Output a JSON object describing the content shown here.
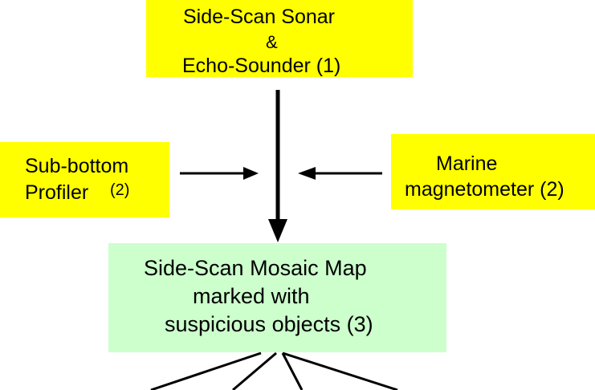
{
  "nodes": {
    "side_scan": {
      "line1": "Side-Scan Sonar",
      "line2": "&",
      "line3": "Echo-Sounder (1)",
      "fill": "#ffff00"
    },
    "sub_bottom": {
      "line1": "Sub-bottom",
      "line2": "Profiler",
      "note": "(2)",
      "fill": "#ffff00"
    },
    "magnetometer": {
      "line1": "Marine",
      "line2": "magnetometer (2)",
      "fill": "#ffff00"
    },
    "mosaic": {
      "line1": "Side-Scan Mosaic Map",
      "line2": "marked with",
      "line3": "suspicious objects (3)",
      "fill": "#ccffcc"
    }
  },
  "edges": [
    {
      "from": "side_scan",
      "to": "mosaic",
      "style": "thick-arrow"
    },
    {
      "from": "sub_bottom",
      "to": "side_scan_flow",
      "style": "arrow"
    },
    {
      "from": "magnetometer",
      "to": "side_scan_flow",
      "style": "arrow"
    },
    {
      "from": "mosaic",
      "to": "offscreen",
      "style": "line"
    }
  ]
}
